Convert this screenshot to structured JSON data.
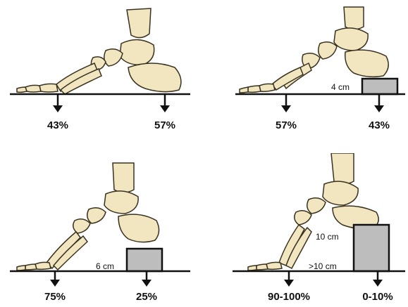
{
  "panels": [
    {
      "load_forefoot": "43%",
      "load_heel": "57%",
      "heel_height_label": ""
    },
    {
      "load_forefoot": "57%",
      "load_heel": "43%",
      "heel_height_label": "4 cm"
    },
    {
      "load_forefoot": "75%",
      "load_heel": "25%",
      "heel_height_label": "6 cm"
    },
    {
      "load_forefoot": "90-100%",
      "load_heel": "0-10%",
      "heel_height_label": "10 cm",
      "heel_height_label_2": ">10 cm"
    }
  ],
  "colors": {
    "bone_fill": "#f1e6bf",
    "bone_stroke": "#3a3220",
    "block_fill": "#bdbdbd",
    "ground": "#111111"
  }
}
